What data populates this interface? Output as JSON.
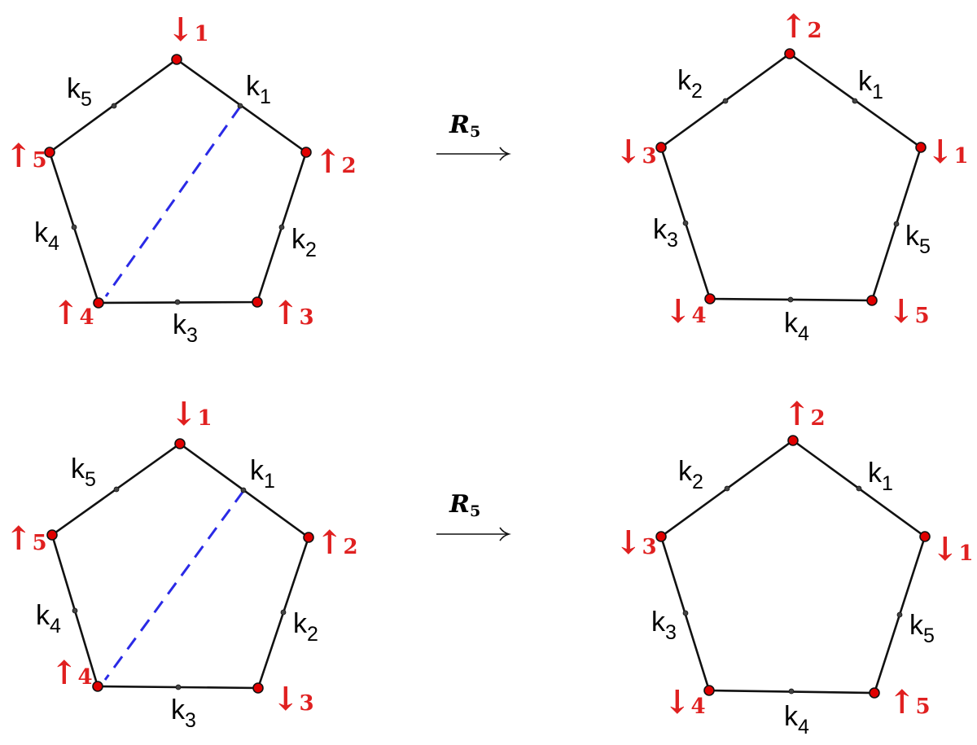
{
  "operator": {
    "symbol": "R",
    "subscript": "5"
  },
  "diagrams": [
    {
      "id": "top-left",
      "edges": [
        {
          "k": "k",
          "sub": "1"
        },
        {
          "k": "k",
          "sub": "2"
        },
        {
          "k": "k",
          "sub": "3"
        },
        {
          "k": "k",
          "sub": "4"
        },
        {
          "k": "k",
          "sub": "5"
        }
      ],
      "vertices": [
        {
          "arrow": "↓",
          "num": "1"
        },
        {
          "arrow": "↑",
          "num": "2"
        },
        {
          "arrow": "↑",
          "num": "3"
        },
        {
          "arrow": "↑",
          "num": "4"
        },
        {
          "arrow": "↑",
          "num": "5"
        }
      ]
    },
    {
      "id": "top-right",
      "edges": [
        {
          "k": "k",
          "sub": "1"
        },
        {
          "k": "k",
          "sub": "5"
        },
        {
          "k": "k",
          "sub": "4"
        },
        {
          "k": "k",
          "sub": "3"
        },
        {
          "k": "k",
          "sub": "2"
        }
      ],
      "vertices": [
        {
          "arrow": "↑",
          "num": "2"
        },
        {
          "arrow": "↓",
          "num": "1"
        },
        {
          "arrow": "↓",
          "num": "5"
        },
        {
          "arrow": "↓",
          "num": "4"
        },
        {
          "arrow": "↓",
          "num": "3"
        }
      ]
    },
    {
      "id": "bottom-left",
      "edges": [
        {
          "k": "k",
          "sub": "1"
        },
        {
          "k": "k",
          "sub": "2"
        },
        {
          "k": "k",
          "sub": "3"
        },
        {
          "k": "k",
          "sub": "4"
        },
        {
          "k": "k",
          "sub": "5"
        }
      ],
      "vertices": [
        {
          "arrow": "↓",
          "num": "1"
        },
        {
          "arrow": "↑",
          "num": "2"
        },
        {
          "arrow": "↓",
          "num": "3"
        },
        {
          "arrow": "↑",
          "num": "4"
        },
        {
          "arrow": "↑",
          "num": "5"
        }
      ]
    },
    {
      "id": "bottom-right",
      "edges": [
        {
          "k": "k",
          "sub": "1"
        },
        {
          "k": "k",
          "sub": "5"
        },
        {
          "k": "k",
          "sub": "4"
        },
        {
          "k": "k",
          "sub": "3"
        },
        {
          "k": "k",
          "sub": "2"
        }
      ],
      "vertices": [
        {
          "arrow": "↑",
          "num": "2"
        },
        {
          "arrow": "↓",
          "num": "1"
        },
        {
          "arrow": "↑",
          "num": "5"
        },
        {
          "arrow": "↓",
          "num": "4"
        },
        {
          "arrow": "↓",
          "num": "3"
        }
      ]
    }
  ],
  "colors": {
    "vertex": "#e00000",
    "label": "#e02020",
    "diagonal": "#2a2ae6",
    "edge": "#111111"
  }
}
